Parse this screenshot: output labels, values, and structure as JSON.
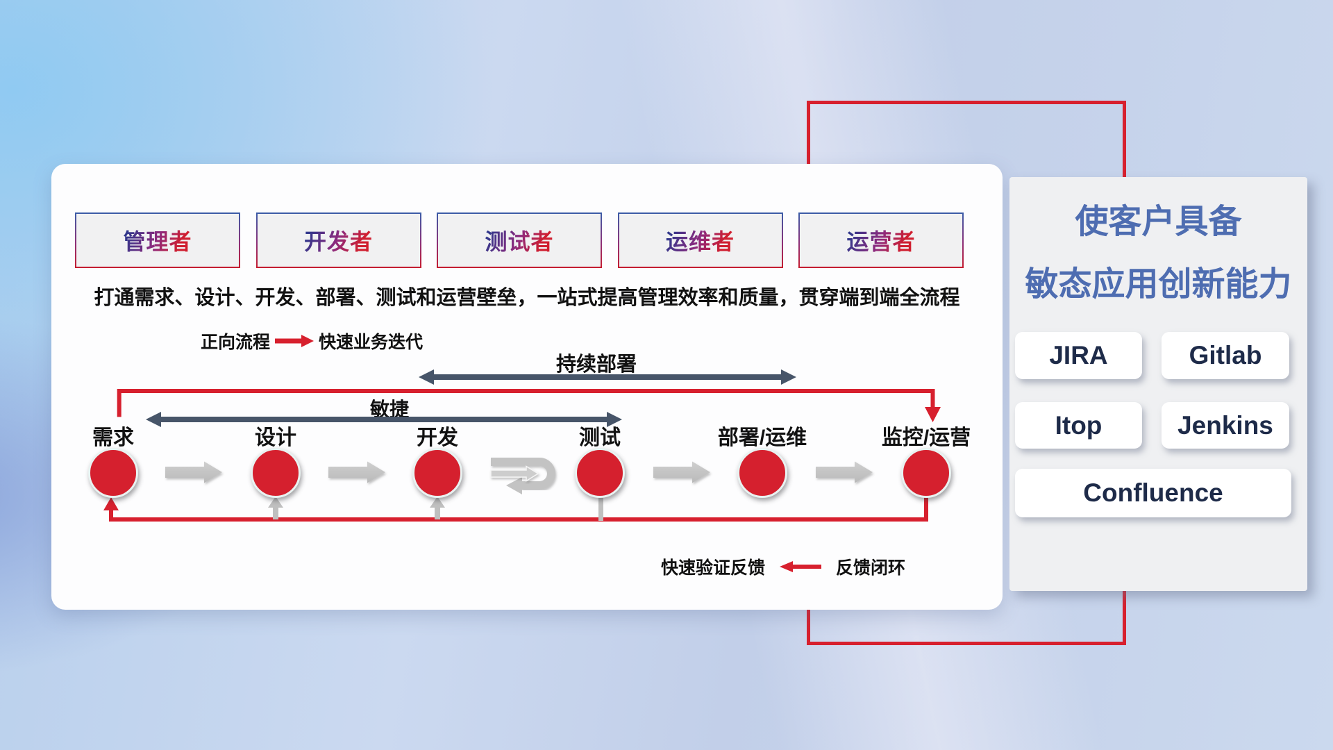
{
  "roles": [
    {
      "label": "管理者"
    },
    {
      "label": "开发者"
    },
    {
      "label": "测试者"
    },
    {
      "label": "运维者"
    },
    {
      "label": "运营者"
    }
  ],
  "description": "打通需求、设计、开发、部署、测试和运营壁垒，一站式提高管理效率和质量，贯穿端到端全流程",
  "legend_forward": {
    "label": "正向流程",
    "result": "快速业务迭代"
  },
  "legend_feedback": {
    "label": "快速验证反馈",
    "result": "反馈闭环"
  },
  "span_arrows": {
    "agile": "敏捷",
    "continuous_deploy": "持续部署"
  },
  "stages": [
    {
      "label": "需求"
    },
    {
      "label": "设计"
    },
    {
      "label": "开发"
    },
    {
      "label": "测试"
    },
    {
      "label": "部署/运维"
    },
    {
      "label": "监控/运营"
    }
  ],
  "panel": {
    "title_line1": "使客户具备",
    "title_line2": "敏态应用创新能力",
    "tools": [
      {
        "label": "JIRA"
      },
      {
        "label": "Gitlab"
      },
      {
        "label": "Itop"
      },
      {
        "label": "Jenkins"
      },
      {
        "label": "Confluence"
      }
    ]
  },
  "colors": {
    "accent_red": "#d7202e",
    "dark_arrow": "#475569",
    "gray_arrow": "#c4c4c4",
    "panel_title_blue": "#4e6db1",
    "tool_text_navy": "#1e2b49"
  }
}
